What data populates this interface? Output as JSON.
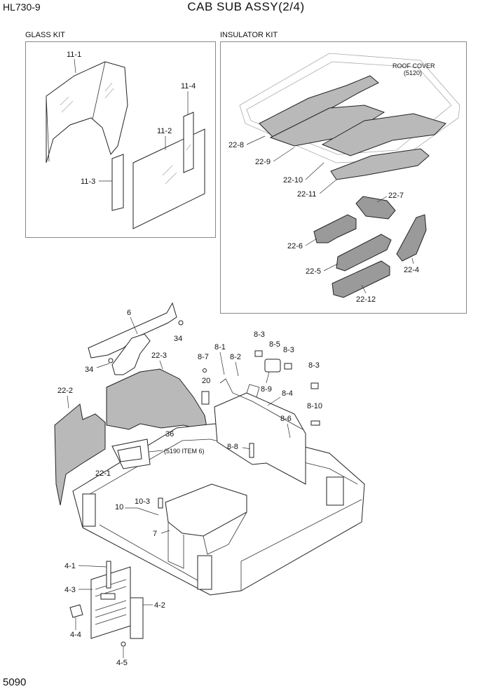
{
  "header": {
    "model": "HL730-9",
    "title": "CAB SUB ASSY(2/4)"
  },
  "footer": {
    "page_number": "5090"
  },
  "glass_kit": {
    "label": "GLASS KIT",
    "callouts": {
      "p11_1": "11-1",
      "p11_2": "11-2",
      "p11_3": "11-3",
      "p11_4": "11-4"
    }
  },
  "insulator_kit": {
    "label": "INSULATOR KIT",
    "roof_cover_label": "ROOF COVER",
    "roof_cover_ref": "(5120)",
    "callouts": {
      "p22_4": "22-4",
      "p22_5": "22-5",
      "p22_6": "22-6",
      "p22_7": "22-7",
      "p22_8": "22-8",
      "p22_9": "22-9",
      "p22_10": "22-10",
      "p22_11": "22-11",
      "p22_12": "22-12"
    }
  },
  "main_assembly": {
    "reference_note": "(5190 ITEM 6)",
    "callouts": {
      "p6": "6",
      "p34a": "34",
      "p34b": "34",
      "p22_3": "22-3",
      "p22_2": "22-2",
      "p22_1": "22-1",
      "p36": "36",
      "p20": "20",
      "p8_1": "8-1",
      "p8_2": "8-2",
      "p8_7": "8-7",
      "p8_3a": "8-3",
      "p8_5": "8-5",
      "p8_3b": "8-3",
      "p8_3c": "8-3",
      "p8_9": "8-9",
      "p8_4": "8-4",
      "p8_6": "8-6",
      "p8_10": "8-10",
      "p8_8": "8-8",
      "p10": "10",
      "p10_3": "10-3",
      "p7": "7",
      "p4_1": "4-1",
      "p4_2": "4-2",
      "p4_3": "4-3",
      "p4_4": "4-4",
      "p4_5": "4-5"
    }
  }
}
